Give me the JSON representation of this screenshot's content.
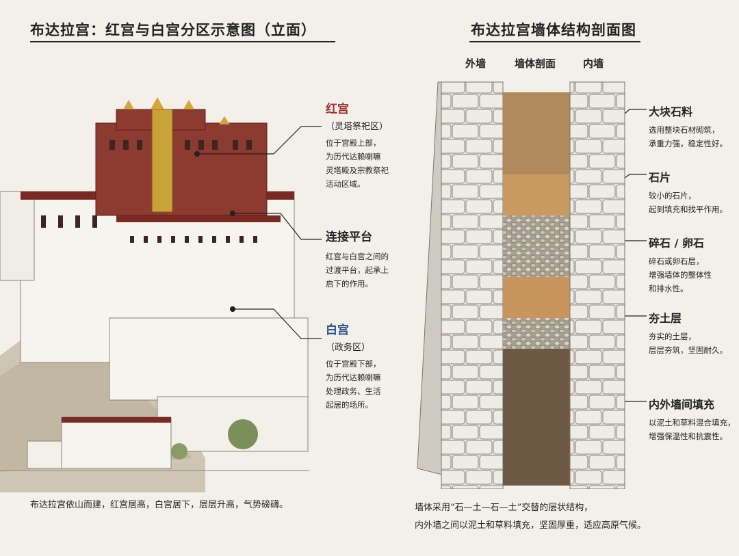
{
  "left": {
    "title": "布达拉宫：红宫与白宫分区示意图（立面）",
    "red_palace": {
      "name": "红宫",
      "sub": "（灵塔祭祀区）",
      "desc": "位于宫殿上部，\n为历代达赖喇嘛\n灵塔殿及宗教祭祀\n活动区域。",
      "color": "#a02c2c"
    },
    "platform": {
      "name": "连接平台",
      "desc": "红宫与白宫之间的\n过渡平台，起承上\n启下的作用。"
    },
    "white_palace": {
      "name": "白宫",
      "sub": "（政务区）",
      "desc": "位于宫殿下部，\n为历代达赖喇嘛\n处理政务、生活\n起居的场所。",
      "color": "#1f4e8c"
    },
    "caption": "布达拉宫依山而建，红宫居高，白宫居下，层层升高，气势磅礴。"
  },
  "right": {
    "title": "布达拉宫墙体结构剖面图",
    "col_headers": [
      "外墙",
      "墙体剖面",
      "内墙"
    ],
    "layers": [
      {
        "name": "大块石料",
        "desc": "选用整块石材砌筑，\n承重力强，稳定性好。"
      },
      {
        "name": "石片",
        "desc": "较小的石片，\n起到填充和找平作用。"
      },
      {
        "name": "碎石 / 卵石",
        "desc": "碎石或卵石层，\n增强墙体的整体性\n和排水性。"
      },
      {
        "name": "夯土层",
        "desc": "夯实的土层，\n层层夯筑，坚固耐久。"
      },
      {
        "name": "内外墙间填充",
        "desc": "以泥土和草料混合填充，\n增强保温性和抗震性。"
      }
    ],
    "caption": "墙体采用“石—土—石—土”交替的层状结构，\n内外墙之间以泥土和草料填充，坚固厚重，适应高原气候。"
  }
}
